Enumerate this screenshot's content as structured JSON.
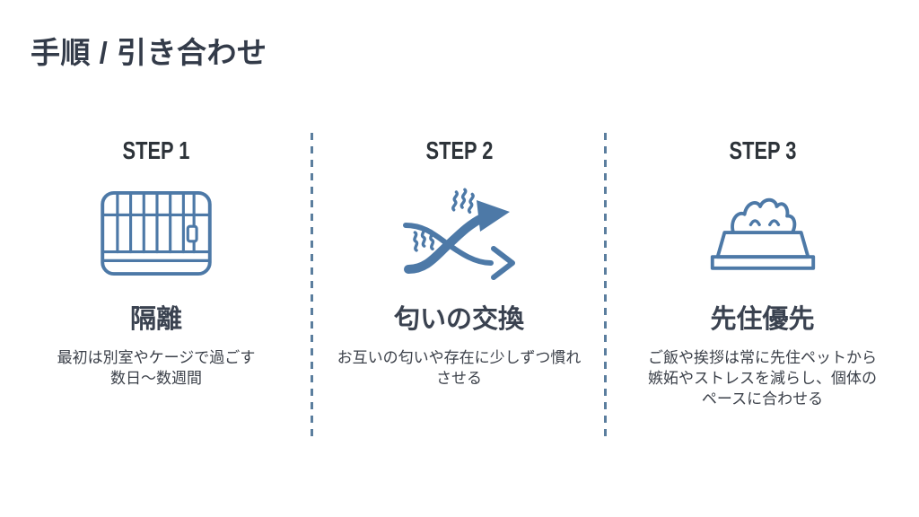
{
  "page": {
    "title": "手順 / 引き合わせ"
  },
  "colors": {
    "background": "#ffffff",
    "title": "#333b49",
    "step_label": "#2d3339",
    "heading": "#3a4250",
    "body": "#3b4049",
    "icon": "#4d79a7",
    "divider": "#5b7e9e"
  },
  "steps": [
    {
      "label": "STEP 1",
      "icon": "pet-cage-icon",
      "heading": "隔離",
      "body": "最初は別室やケージで過ごす\n数日〜数週間"
    },
    {
      "label": "STEP 2",
      "icon": "scent-swap-arrows-icon",
      "heading": "匂いの交換",
      "body": "お互いの匂いや存在に少しずつ慣れ\nさせる"
    },
    {
      "label": "STEP 3",
      "icon": "pet-food-bowl-icon",
      "heading": "先住優先",
      "body": "ご飯や挨拶は常に先住ペットから\n嫉妬やストレスを減らし、個体の\nペースに合わせる"
    }
  ]
}
